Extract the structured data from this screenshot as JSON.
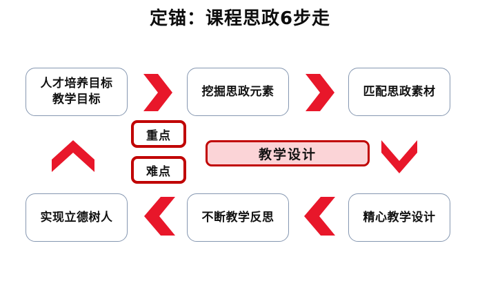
{
  "diagram": {
    "title": "定锚：课程思政6步走",
    "accent_color": "#e8172a",
    "emphasis_border_color": "#c00000",
    "box_border_color": "#8496b0",
    "center_fill_color": "#fbd4d7",
    "steps": [
      {
        "id": "step-1",
        "line1": "人才培养目标",
        "line2": "教学目标"
      },
      {
        "id": "step-2",
        "line1": "挖掘思政元素",
        "line2": ""
      },
      {
        "id": "step-3",
        "line1": "匹配思政素材",
        "line2": ""
      },
      {
        "id": "step-4",
        "line1": "精心教学设计",
        "line2": ""
      },
      {
        "id": "step-5",
        "line1": "不断教学反思",
        "line2": ""
      },
      {
        "id": "step-6",
        "line1": "实现立德树人",
        "line2": ""
      }
    ],
    "emphasis": [
      {
        "id": "emphasis-key-point",
        "label": "重点"
      },
      {
        "id": "emphasis-difficulty",
        "label": "难点"
      }
    ],
    "center": {
      "id": "center-teaching-design",
      "label": "教学设计"
    },
    "arrows": [
      {
        "id": "arrow-right-1",
        "direction": "right"
      },
      {
        "id": "arrow-right-2",
        "direction": "right"
      },
      {
        "id": "arrow-down",
        "direction": "down"
      },
      {
        "id": "arrow-left-1",
        "direction": "left"
      },
      {
        "id": "arrow-left-2",
        "direction": "left"
      },
      {
        "id": "arrow-up",
        "direction": "up"
      }
    ]
  }
}
